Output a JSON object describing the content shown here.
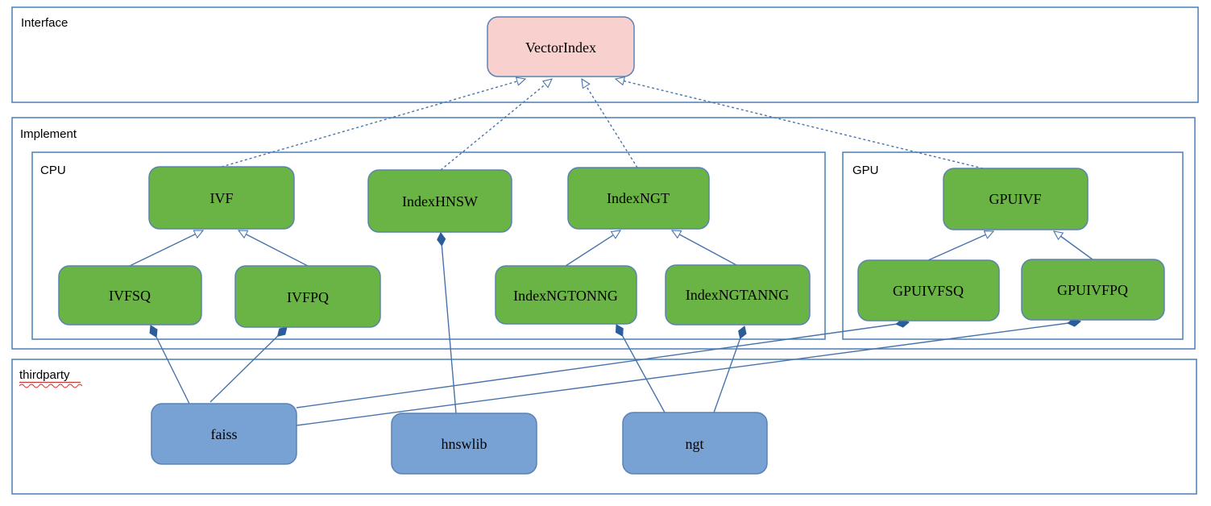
{
  "sections": {
    "interface": {
      "label": "Interface"
    },
    "implement": {
      "label": "Implement"
    },
    "cpu": {
      "label": "CPU"
    },
    "gpu": {
      "label": "GPU"
    },
    "thirdparty": {
      "label": "thirdparty"
    }
  },
  "nodes": {
    "vectorindex": {
      "label": "VectorIndex",
      "section": "interface"
    },
    "ivf": {
      "label": "IVF",
      "section": "cpu"
    },
    "indexhnsw": {
      "label": "IndexHNSW",
      "section": "cpu"
    },
    "indexngt": {
      "label": "IndexNGT",
      "section": "cpu"
    },
    "ivfsq": {
      "label": "IVFSQ",
      "section": "cpu"
    },
    "ivfpq": {
      "label": "IVFPQ",
      "section": "cpu"
    },
    "indexngtonng": {
      "label": "IndexNGTONNG",
      "section": "cpu"
    },
    "indexngtanng": {
      "label": "IndexNGTANNG",
      "section": "cpu"
    },
    "gpuivf": {
      "label": "GPUIVF",
      "section": "gpu"
    },
    "gpuivfsq": {
      "label": "GPUIVFSQ",
      "section": "gpu"
    },
    "gpuivfpq": {
      "label": "GPUIVFPQ",
      "section": "gpu"
    },
    "faiss": {
      "label": "faiss",
      "section": "thirdparty"
    },
    "hnswlib": {
      "label": "hnswlib",
      "section": "thirdparty"
    },
    "ngt": {
      "label": "ngt",
      "section": "thirdparty"
    }
  },
  "edges": [
    {
      "from": "IVF",
      "to": "VectorIndex",
      "type": "realization"
    },
    {
      "from": "IndexHNSW",
      "to": "VectorIndex",
      "type": "realization"
    },
    {
      "from": "IndexNGT",
      "to": "VectorIndex",
      "type": "realization"
    },
    {
      "from": "GPUIVF",
      "to": "VectorIndex",
      "type": "realization"
    },
    {
      "from": "IVFSQ",
      "to": "IVF",
      "type": "inheritance"
    },
    {
      "from": "IVFPQ",
      "to": "IVF",
      "type": "inheritance"
    },
    {
      "from": "IndexNGTONNG",
      "to": "IndexNGT",
      "type": "inheritance"
    },
    {
      "from": "IndexNGTANNG",
      "to": "IndexNGT",
      "type": "inheritance"
    },
    {
      "from": "GPUIVFSQ",
      "to": "GPUIVF",
      "type": "inheritance"
    },
    {
      "from": "GPUIVFPQ",
      "to": "GPUIVF",
      "type": "inheritance"
    },
    {
      "from": "faiss",
      "to": "IVFSQ",
      "type": "composition"
    },
    {
      "from": "faiss",
      "to": "IVFPQ",
      "type": "composition"
    },
    {
      "from": "faiss",
      "to": "GPUIVFSQ",
      "type": "composition"
    },
    {
      "from": "faiss",
      "to": "GPUIVFPQ",
      "type": "composition"
    },
    {
      "from": "hnswlib",
      "to": "IndexHNSW",
      "type": "composition"
    },
    {
      "from": "ngt",
      "to": "IndexNGTONNG",
      "type": "composition"
    },
    {
      "from": "ngt",
      "to": "IndexNGTANNG",
      "type": "composition"
    }
  ],
  "colors": {
    "interface_node_fill": "#f8d0ce",
    "implement_node_fill": "#6ab445",
    "thirdparty_node_fill": "#78a2d4",
    "node_border": "#5a82b4",
    "edge_line": "#4773ab",
    "diamond_fill": "#2b5d9b",
    "frame_border": "#4a7eb5",
    "spellcheck_red": "#e03030",
    "background": "#ffffff"
  }
}
